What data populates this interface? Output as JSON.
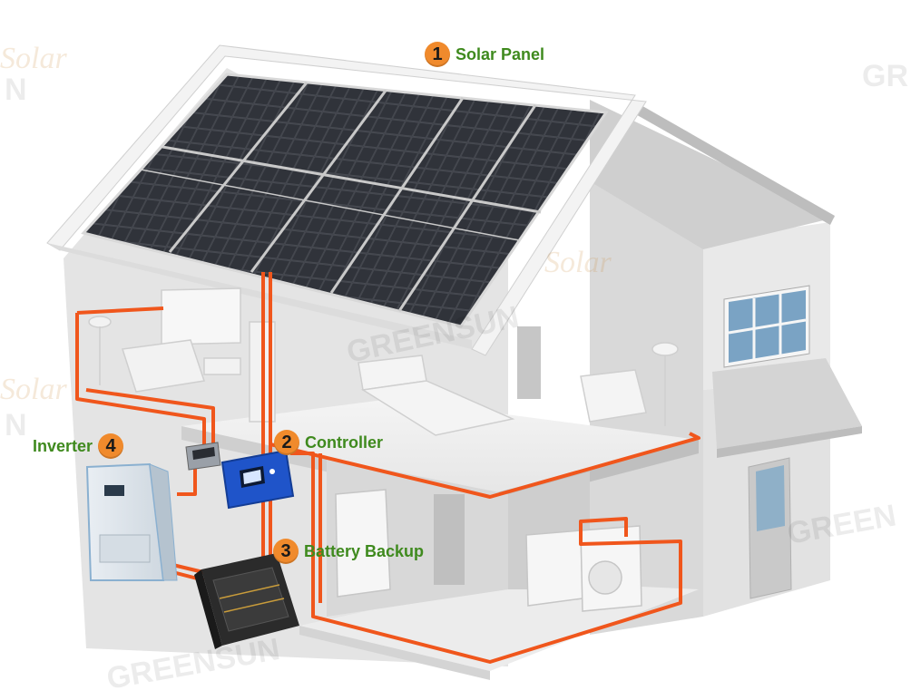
{
  "labels": {
    "solar_panel": {
      "num": "1",
      "text": "Solar Panel"
    },
    "controller": {
      "num": "2",
      "text": "Controller"
    },
    "battery": {
      "num": "3",
      "text": "Battery Backup"
    },
    "inverter": {
      "num": "4",
      "text": "Inverter"
    }
  },
  "watermark": {
    "brand": "GREENSUN",
    "script": "Solar",
    "short_brand": "N",
    "partial_brand": "GR",
    "partial_brand_b": "GREEN"
  },
  "colors": {
    "wire": "#f0561c",
    "badge": "#f08a2c",
    "label_text": "#3f8a1e",
    "panel": "#2b2d33",
    "wall": "#dedede",
    "roof_edge": "#f2f2f2"
  }
}
